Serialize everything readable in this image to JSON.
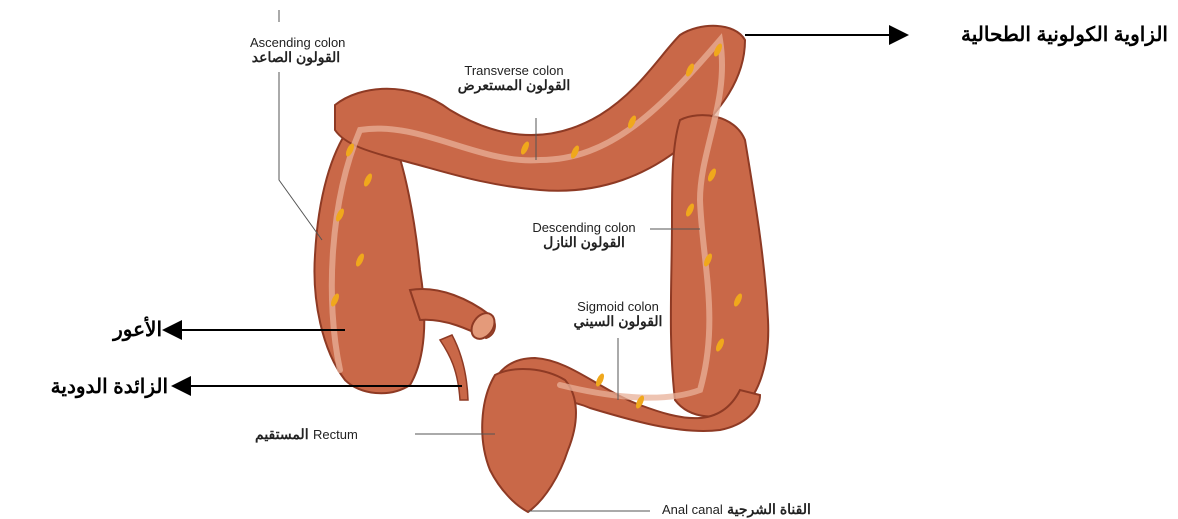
{
  "colors": {
    "colon_fill": "#c96848",
    "colon_dark": "#8e3a24",
    "colon_light": "#e49a7a",
    "fat_tags": "#f0a81c",
    "leader": "#555555",
    "arrow": "#000000"
  },
  "labels": {
    "ascending": {
      "en": "Ascending colon",
      "ar": "القولون الصاعد"
    },
    "transverse": {
      "en": "Transverse colon",
      "ar": "القولون المستعرض"
    },
    "descending": {
      "en": "Descending colon",
      "ar": "القولون النازل"
    },
    "sigmoid": {
      "en": "Sigmoid colon",
      "ar": "القولون السيني"
    },
    "rectum": {
      "en": "Rectum",
      "ar": "المستقيم"
    },
    "anal": {
      "en": "Anal canal",
      "ar": "القناة الشرجية"
    }
  },
  "callouts": {
    "splenic_flexure": "الزاوية الكولونية الطحالية",
    "cecum": "الأعور",
    "appendix": "الزائدة الدودية"
  }
}
